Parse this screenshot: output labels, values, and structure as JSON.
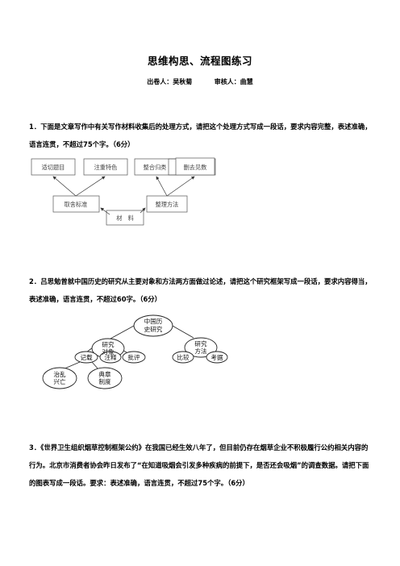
{
  "title": "思维构思、流程图练习",
  "authors": {
    "setter": "出卷人：吴秋菊",
    "reviewer": "审核人：曲慧"
  },
  "questions": [
    {
      "text": "1．下面是文章写作中有关写作材料收集后的处理方式，请把这个处理方式写成一段话，要求内容完整，表述准确，语言连贯，不超过75个字。（6分）"
    },
    {
      "text": "2．吕思勉曾就中国历史的研究从主要对象和方法两方面做过论述，请把这个研究框架写成一段话，要求内容得当，表述准确，语言连贯，不超过60字。（6分）"
    },
    {
      "text": "3．《世界卫生组织烟草控制框架公约》在我国已经生效八年了，但目前仍存在烟草企业不积极履行公约相关内容的行为。北京市消费者协会昨日发布了“在知道吸烟会引发多种疾病的前提下，是否还会吸烟”的调查数据。请把下面的图表写成一段话。要求：表述准确，语言连贯，不超过75个字。（6分）"
    }
  ],
  "diagram1": {
    "box_topic": "适切题目",
    "box_feature": "注重特色",
    "box_classify": "整合归类",
    "box_evidence": "删去见数",
    "box_select": "取舍标准",
    "box_method": "整理方法",
    "box_material": "材　料"
  },
  "diagram2": {
    "root_line1": "中国历",
    "root_line2": "史研究",
    "object_line1": "研究",
    "object_line2": "对象",
    "method_line1": "研究",
    "method_line2": "方法",
    "records": "记载",
    "annotation": "注释",
    "critique": "批评",
    "compare": "比较",
    "textual": "考据",
    "chaos_line1": "治乱",
    "chaos_line2": "兴亡",
    "code_line1": "典章",
    "code_line2": "制度"
  }
}
